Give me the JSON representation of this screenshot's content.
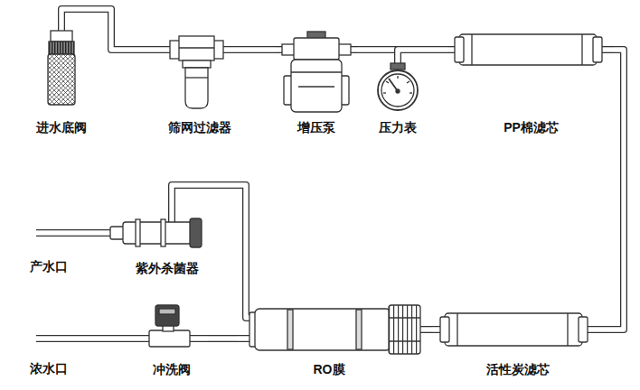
{
  "diagram": {
    "nodes": [
      {
        "text": [
          "进水底阀"
        ]
      },
      {
        "text": [
          "筛网过滤器"
        ]
      },
      {
        "text": [
          "增压泵"
        ]
      },
      {
        "text": [
          "压力表"
        ]
      },
      {
        "text": [
          "PP棉滤芯"
        ]
      },
      {
        "text": [
          "活性炭滤芯"
        ]
      },
      {
        "text": [
          "RO膜"
        ]
      },
      {
        "text": [
          "冲洗阀"
        ]
      },
      {
        "text": [
          "紫外杀菌器"
        ]
      }
    ],
    "edges": [
      {
        "from": 0,
        "to": 1,
        "arrow": "none"
      },
      {
        "from": 1,
        "to": 2,
        "arrow": "none"
      },
      {
        "from": 2,
        "to": 3,
        "arrow": "none"
      },
      {
        "from": 3,
        "to": 4,
        "arrow": "none"
      },
      {
        "from": 4,
        "to": 5,
        "arrow": "none"
      },
      {
        "from": 5,
        "to": 6,
        "arrow": "none"
      },
      {
        "from": 6,
        "to": 7,
        "arrow": "none"
      },
      {
        "from": 6,
        "to": 8,
        "arrow": "none"
      }
    ],
    "labels": [
      "产水口",
      "浓水口"
    ]
  }
}
